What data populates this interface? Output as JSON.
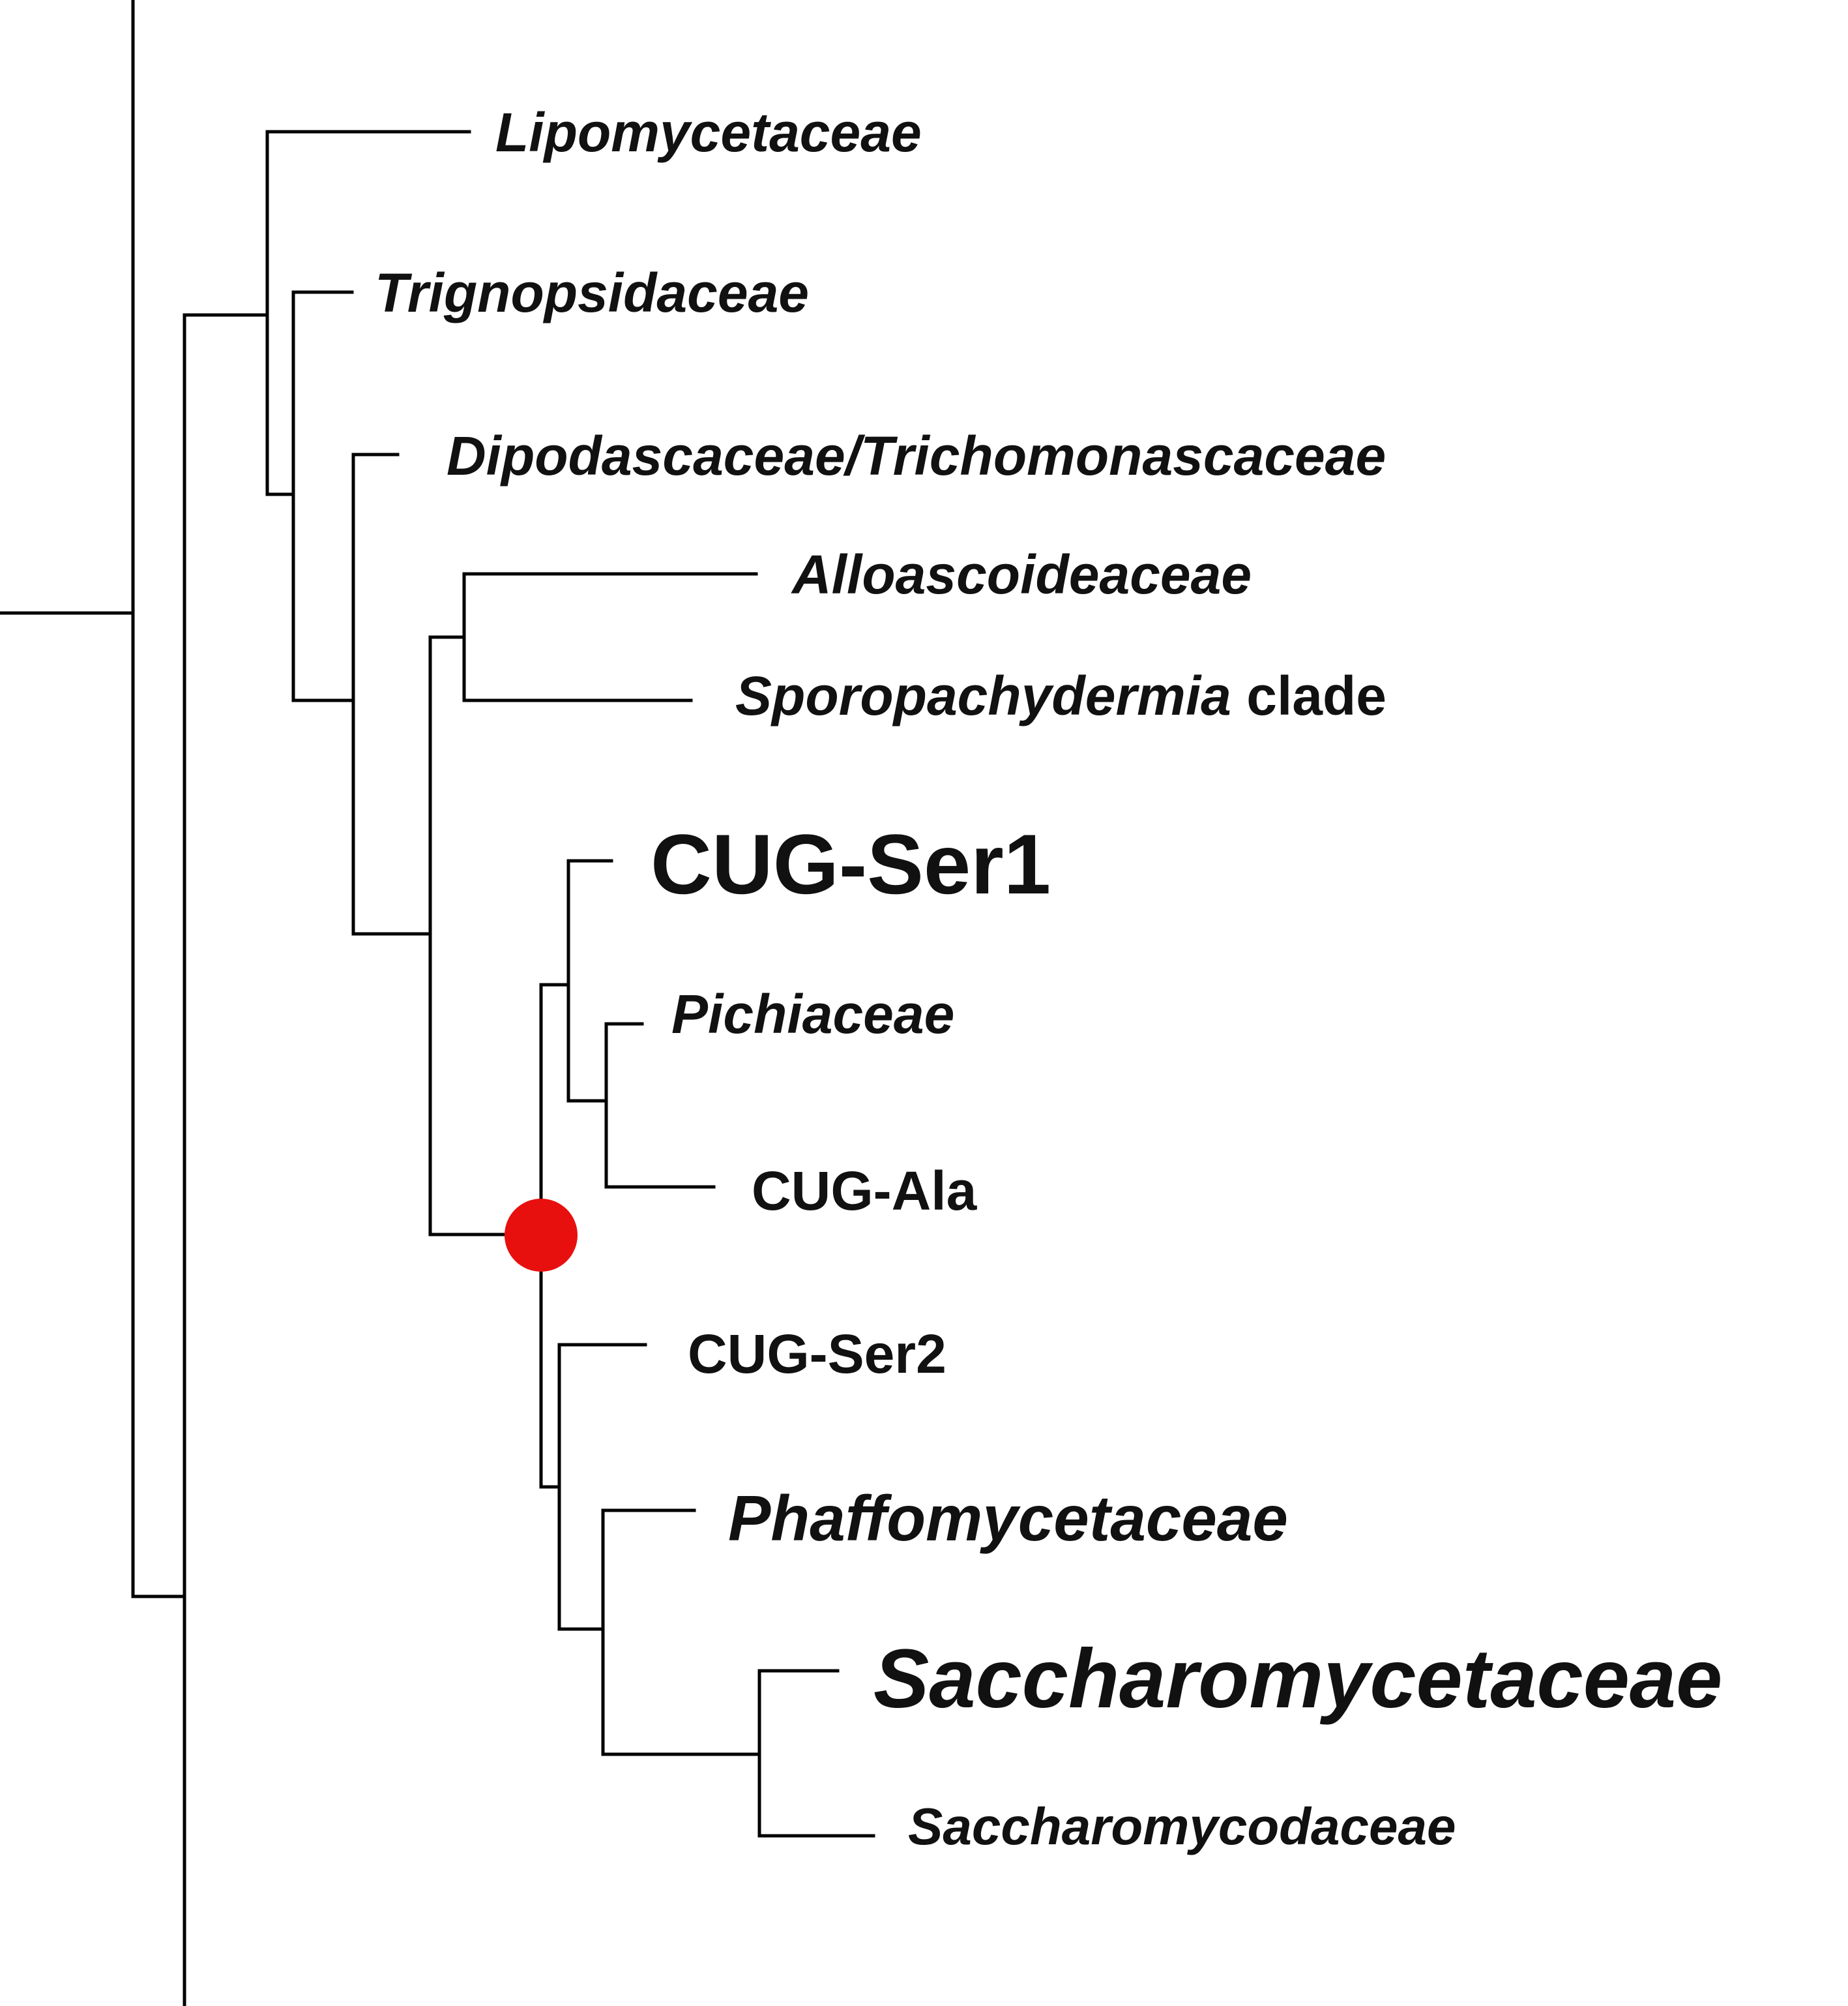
{
  "tree": {
    "marker_color": "#e8100e",
    "line_color": "#000000",
    "taxa": {
      "lipomycetaceae": "Lipomycetaceae",
      "trignopsidaceae": "Trignopsidaceae",
      "dipodascaceae": "Dipodascaceae/Trichomonascaceae",
      "alloascoideaceae": "Alloascoideaceae",
      "sporopachydermia_genus": "Sporopachydermia",
      "sporopachydermia_suffix": " clade",
      "cug_ser1": "CUG-Ser1",
      "pichiaceae": "Pichiaceae",
      "cug_ala": "CUG-Ala",
      "cug_ser2": "CUG-Ser2",
      "phaffomycetaceae": "Phaffomycetaceae",
      "saccharomycetaceae": "Saccharomycetaceae",
      "saccharomycodaceae": "Saccharomycodaceae"
    }
  }
}
